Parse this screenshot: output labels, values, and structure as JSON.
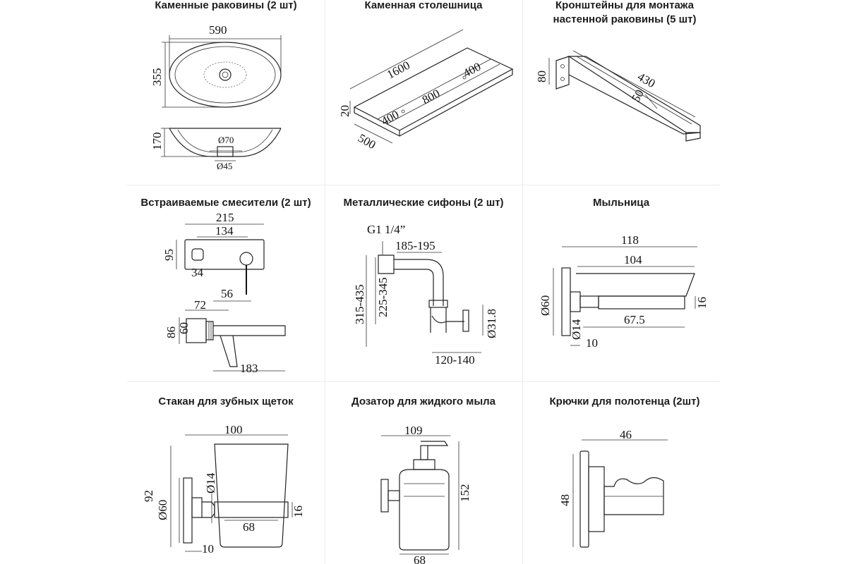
{
  "cells": [
    {
      "title": "Каменные раковины (2 шт)",
      "dims": [
        "590",
        "355",
        "170",
        "Ø70",
        "Ø45"
      ]
    },
    {
      "title": "Каменная столешница",
      "dims": [
        "1600",
        "20",
        "500",
        "400",
        "800",
        "400"
      ]
    },
    {
      "title_line1": "Кронштейны для монтажа",
      "title_line2": "настенной раковины (5 шт)",
      "dims": [
        "80",
        "430",
        "50"
      ]
    },
    {
      "title": "Встраиваемые смесители (2 шт)",
      "dims": [
        "215",
        "134",
        "95",
        "34",
        "56",
        "72",
        "86",
        "60",
        "183"
      ]
    },
    {
      "title": "Металлические сифоны (2 шт)",
      "dims": [
        "G1 1/4”",
        "185-195",
        "315-435",
        "225-345",
        "Ø31.8",
        "120-140"
      ]
    },
    {
      "title": "Мыльница",
      "dims": [
        "118",
        "104",
        "Ø60",
        "16",
        "Ø14",
        "67.5",
        "10"
      ]
    },
    {
      "title": "Стакан для зубных щеток",
      "dims": [
        "100",
        "92",
        "Ø60",
        "Ø14",
        "16",
        "68",
        "10"
      ]
    },
    {
      "title": "Дозатор для жидкого мыла",
      "dims": [
        "109",
        "152",
        "68"
      ]
    },
    {
      "title": "Крючки для полотенца (2шт)",
      "dims": [
        "46",
        "48"
      ]
    }
  ]
}
